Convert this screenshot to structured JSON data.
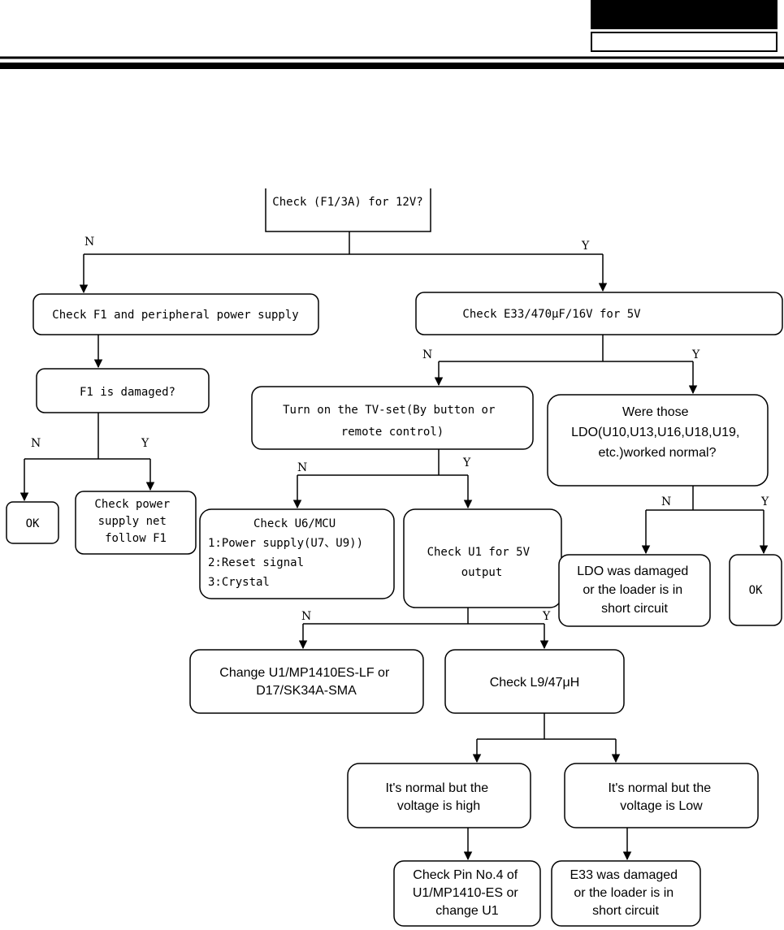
{
  "header": {
    "black_box_text": "",
    "white_box_text": ""
  },
  "nodes": {
    "start": {
      "lines": [
        "Check (F1/3A) for 12V?"
      ]
    },
    "check_f1": {
      "lines": [
        "Check F1 and peripheral power supply"
      ]
    },
    "check_e33": {
      "lines": [
        "Check E33/470μF/16V for 5V"
      ]
    },
    "f1_damaged": {
      "lines": [
        "F1 is damaged?"
      ]
    },
    "ok_left": {
      "lines": [
        "OK"
      ]
    },
    "check_net": {
      "lines": [
        "Check power",
        "supply net",
        "follow F1"
      ]
    },
    "turn_on": {
      "lines": [
        "Turn on the TV-set(By button or",
        "remote control)"
      ]
    },
    "ldo_question": {
      "lines": [
        "Were those",
        "LDO(U10,U13,U16,U18,U19,",
        "etc.)worked normal?"
      ]
    },
    "check_u6": {
      "lines": [
        "Check U6/MCU",
        "1:Power supply(U7、U9))",
        "2:Reset signal",
        "3:Crystal"
      ]
    },
    "check_u1": {
      "lines": [
        "Check U1 for 5V",
        "output"
      ]
    },
    "ldo_damaged": {
      "lines": [
        "LDO was damaged",
        "or the loader is in",
        "short circuit"
      ]
    },
    "ok_right": {
      "lines": [
        "OK"
      ]
    },
    "change_u1": {
      "lines": [
        "Change U1/MP1410ES-LF or",
        "D17/SK34A-SMA"
      ]
    },
    "check_l9": {
      "lines": [
        "Check L9/47μH"
      ]
    },
    "normal_high": {
      "lines": [
        "It's normal but the",
        "voltage is high"
      ]
    },
    "normal_low": {
      "lines": [
        "It's normal but the",
        "voltage is Low"
      ]
    },
    "check_pin4": {
      "lines": [
        "Check Pin No.4 of",
        "U1/MP1410-ES or",
        "change U1"
      ]
    },
    "e33_damaged": {
      "lines": [
        "E33 was damaged",
        "or the loader is in",
        "short circuit"
      ]
    }
  },
  "branch_labels": {
    "start_n": "N",
    "start_y": "Y",
    "e33_n": "N",
    "e33_y": "Y",
    "f1_n": "N",
    "f1_y": "Y",
    "turn_n": "N",
    "turn_y": "Y",
    "ldo_n": "N",
    "ldo_y": "Y",
    "u1_n": "N",
    "u1_y": "Y"
  }
}
